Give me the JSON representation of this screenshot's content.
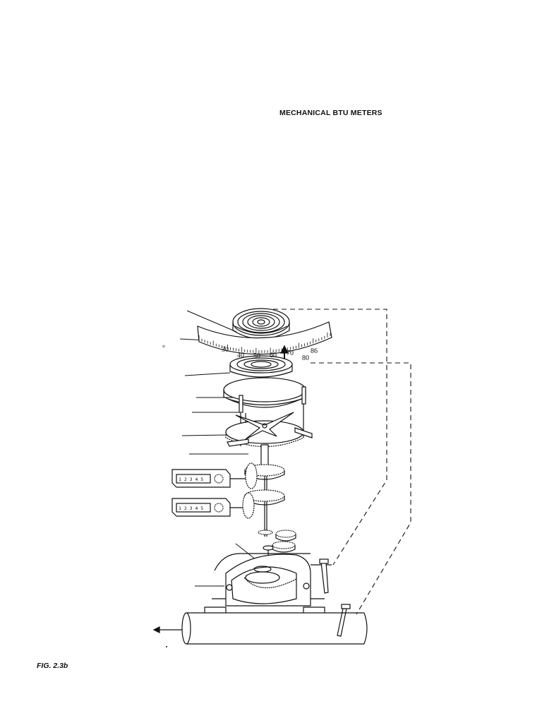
{
  "page": {
    "header": "MECHANICAL BTU METERS",
    "figure_label": "FIG. 2.3b"
  },
  "diagram": {
    "scale_numbers": [
      "30",
      "40",
      "50",
      "60",
      "70",
      "80",
      "86"
    ],
    "counters": [
      {
        "digits": "1 2 3 4 5"
      },
      {
        "digits": "1 2 3 4 5"
      }
    ]
  }
}
